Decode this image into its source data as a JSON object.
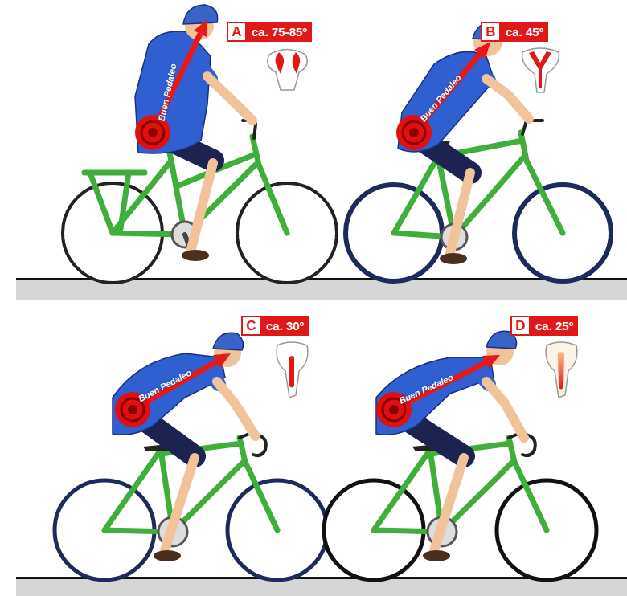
{
  "diagram": {
    "nodes": [
      {
        "text": [
          "A",
          "ca. 75-85º"
        ]
      },
      {
        "text": [
          "B",
          "ca. 45º"
        ]
      },
      {
        "text": [
          "C",
          "ca. 30º"
        ]
      },
      {
        "text": [
          "D",
          "ca. 25º"
        ]
      }
    ],
    "labels": [
      "Buen Pedaleo",
      "Buen Pedaleo",
      "Buen Pedaleo",
      "Buen Pedaleo"
    ]
  }
}
